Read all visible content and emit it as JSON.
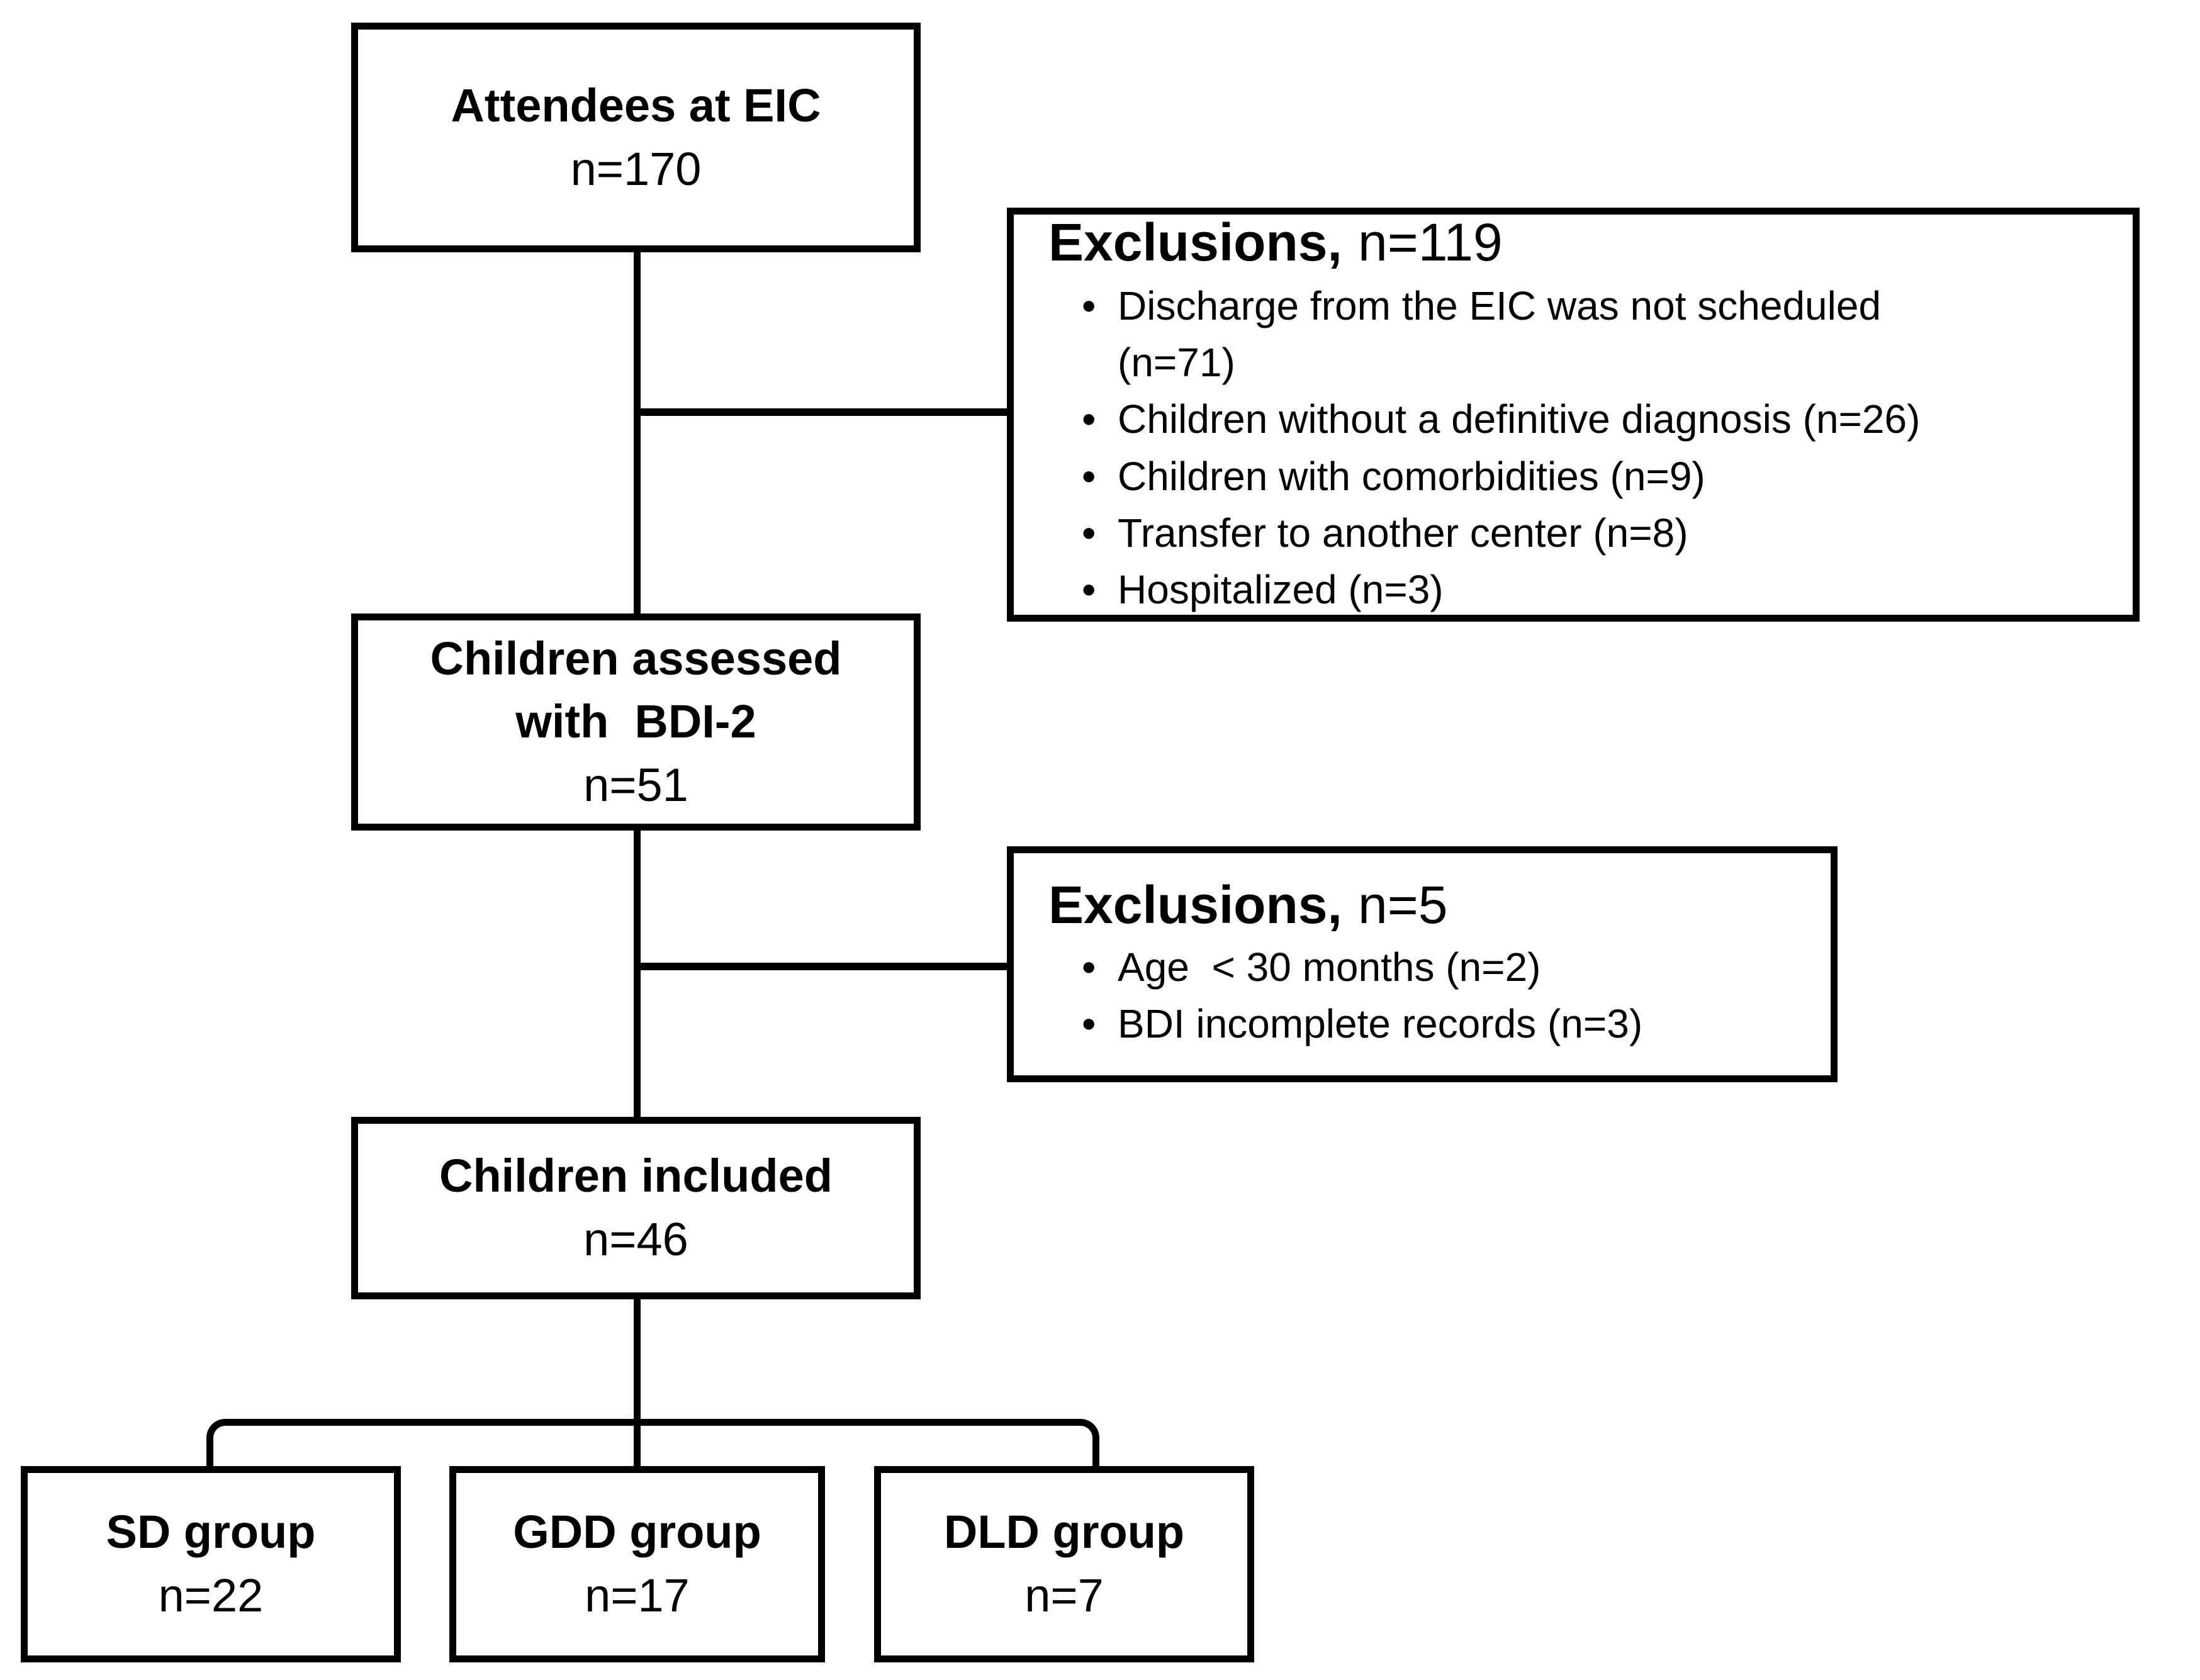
{
  "figure": {
    "background_color": "#ffffff",
    "line_color": "#000000",
    "boxes": {
      "attendees": {
        "title": "Attendees at EIC",
        "count": "n=170"
      },
      "exclusions_1": {
        "heading": "Exclusions,",
        "heading_count": "n=119",
        "items": [
          "Discharge from the EIC was not scheduled\n(n=71)",
          "Children without a definitive diagnosis (n=26)",
          "Children with comorbidities (n=9)",
          "Transfer to another center (n=8)",
          "Hospitalized (n=3)"
        ]
      },
      "assessed": {
        "title": "Children assessed\nwith  BDI-2",
        "count": "n=51"
      },
      "exclusions_2": {
        "heading": "Exclusions,",
        "heading_count": "n=5",
        "items": [
          "Age  < 30 months (n=2)",
          "BDI incomplete records (n=3)"
        ]
      },
      "included": {
        "title": "Children included",
        "count": "n=46"
      },
      "groups": [
        {
          "title": "SD group",
          "count": "n=22"
        },
        {
          "title": "GDD group",
          "count": "n=17"
        },
        {
          "title": "DLD group",
          "count": "n=7"
        }
      ]
    },
    "bullet_glyph": "•"
  }
}
